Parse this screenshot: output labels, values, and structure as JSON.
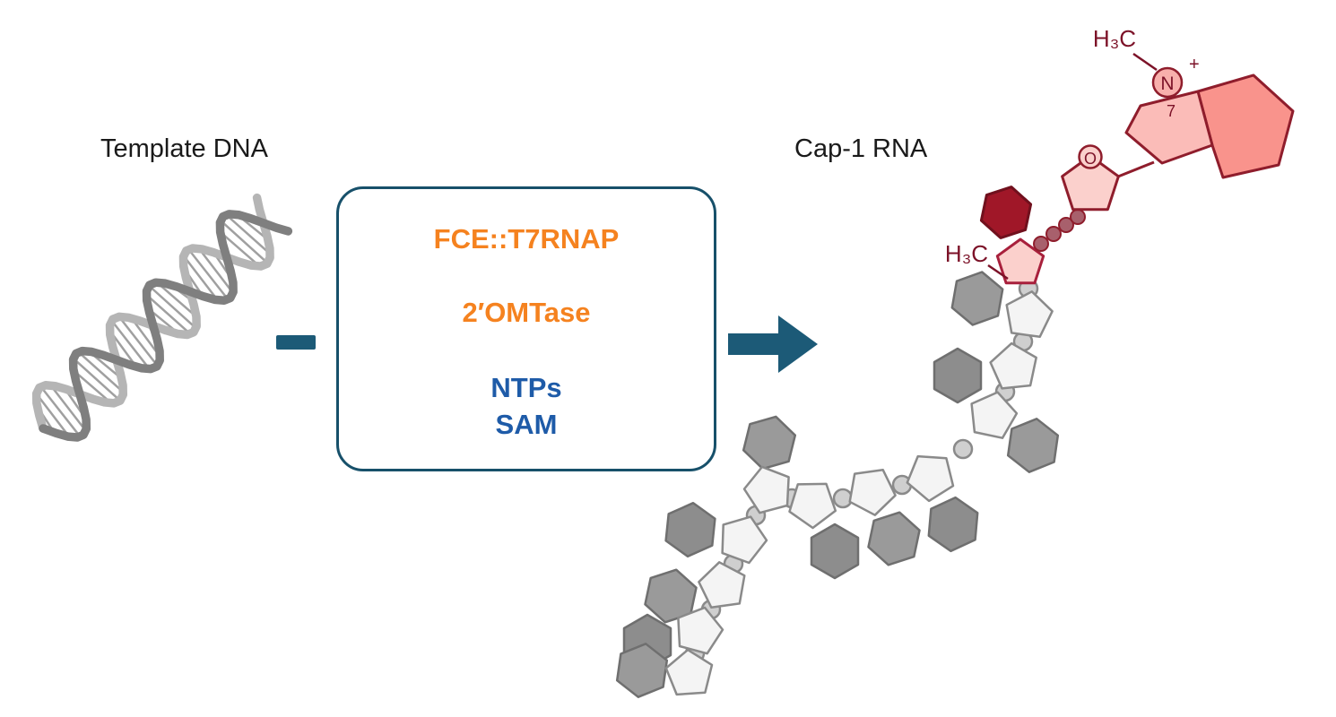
{
  "labels": {
    "template_dna": "Template DNA",
    "cap1_rna": "Cap-1 RNA"
  },
  "reaction_box": {
    "line1": "FCE::T7RNAP",
    "line2": "2′OMTase",
    "line3": "NTPs",
    "line4": "SAM"
  },
  "molecule_labels": {
    "cap_methyl": "H₃C",
    "cap_nitrogen": "N",
    "cap_charge": "+",
    "cap_position": "7",
    "ribose_oxygen": "O",
    "two_prime_methyl": "H₃C"
  },
  "colors": {
    "teal": "#1c5a77",
    "orange": "#f5821f",
    "blue": "#1e5ba8",
    "dark_red": "#7c1228",
    "cap_stroke_red": "#8f1d2c",
    "cap_pink": "#f9938c",
    "cap_light_pink": "#fbd0cc",
    "base_dark_red": "#a01728",
    "gray_outline": "#8a8a8a"
  }
}
